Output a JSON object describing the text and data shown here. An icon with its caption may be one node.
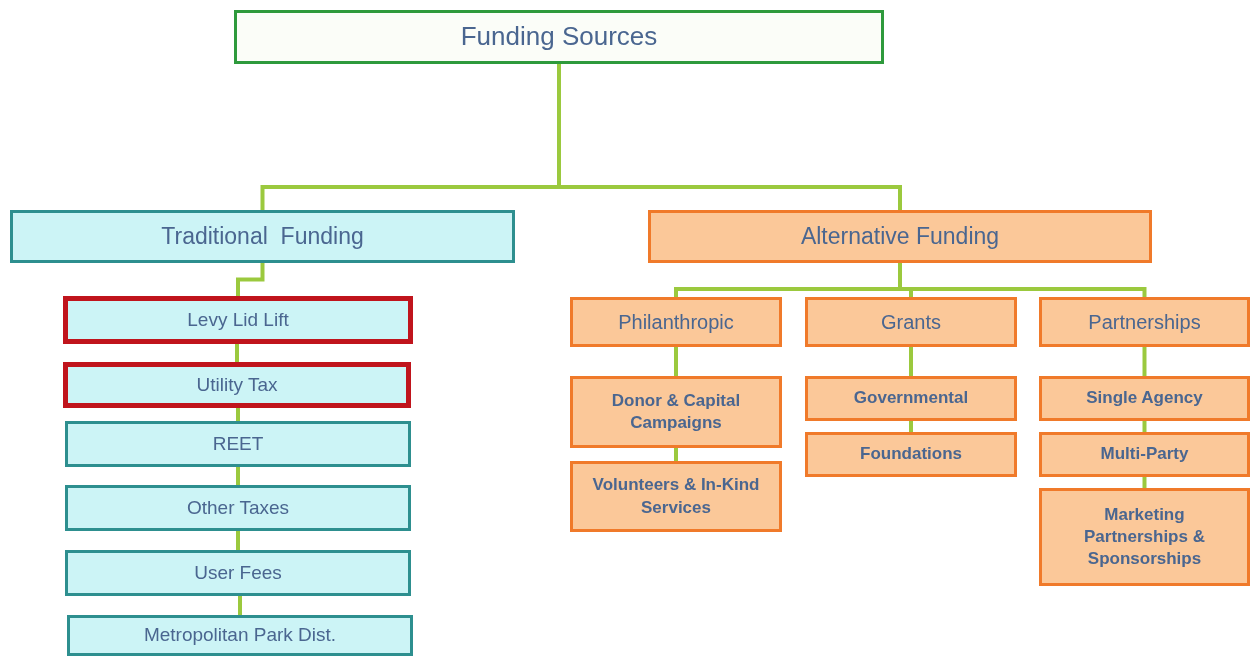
{
  "diagram": {
    "nodes": [
      {
        "text": [
          "Funding Sources"
        ]
      },
      {
        "text": [
          "Traditional  Funding"
        ]
      },
      {
        "text": [
          "Alternative Funding"
        ]
      },
      {
        "text": [
          "Levy Lid Lift"
        ]
      },
      {
        "text": [
          "Utility Tax"
        ]
      },
      {
        "text": [
          "REET"
        ]
      },
      {
        "text": [
          "Other Taxes"
        ]
      },
      {
        "text": [
          "User Fees"
        ]
      },
      {
        "text": [
          "Metropolitan Park Dist."
        ]
      },
      {
        "text": [
          "Philanthropic"
        ]
      },
      {
        "text": [
          "Grants"
        ]
      },
      {
        "text": [
          "Partnerships"
        ]
      },
      {
        "text": [
          "Donor & Capital Campaigns"
        ]
      },
      {
        "text": [
          "Volunteers & In-Kind Services"
        ]
      },
      {
        "text": [
          "Governmental"
        ]
      },
      {
        "text": [
          "Foundations"
        ]
      },
      {
        "text": [
          "Single Agency"
        ]
      },
      {
        "text": [
          "Multi-Party"
        ]
      },
      {
        "text": [
          "Marketing Partnerships & Sponsorships"
        ]
      }
    ],
    "edges": [
      {
        "from": 0,
        "to": 1,
        "arrow": "none"
      },
      {
        "from": 0,
        "to": 2,
        "arrow": "none"
      },
      {
        "from": 1,
        "to": 3,
        "arrow": "none"
      },
      {
        "from": 3,
        "to": 4,
        "arrow": "none"
      },
      {
        "from": 4,
        "to": 5,
        "arrow": "none"
      },
      {
        "from": 5,
        "to": 6,
        "arrow": "none"
      },
      {
        "from": 6,
        "to": 7,
        "arrow": "none"
      },
      {
        "from": 7,
        "to": 8,
        "arrow": "none"
      },
      {
        "from": 2,
        "to": 9,
        "arrow": "none"
      },
      {
        "from": 2,
        "to": 10,
        "arrow": "none"
      },
      {
        "from": 2,
        "to": 11,
        "arrow": "none"
      },
      {
        "from": 9,
        "to": 12,
        "arrow": "none"
      },
      {
        "from": 12,
        "to": 13,
        "arrow": "none"
      },
      {
        "from": 10,
        "to": 14,
        "arrow": "none"
      },
      {
        "from": 14,
        "to": 15,
        "arrow": "none"
      },
      {
        "from": 11,
        "to": 16,
        "arrow": "none"
      },
      {
        "from": 16,
        "to": 17,
        "arrow": "none"
      },
      {
        "from": 17,
        "to": 18,
        "arrow": "none"
      }
    ]
  }
}
